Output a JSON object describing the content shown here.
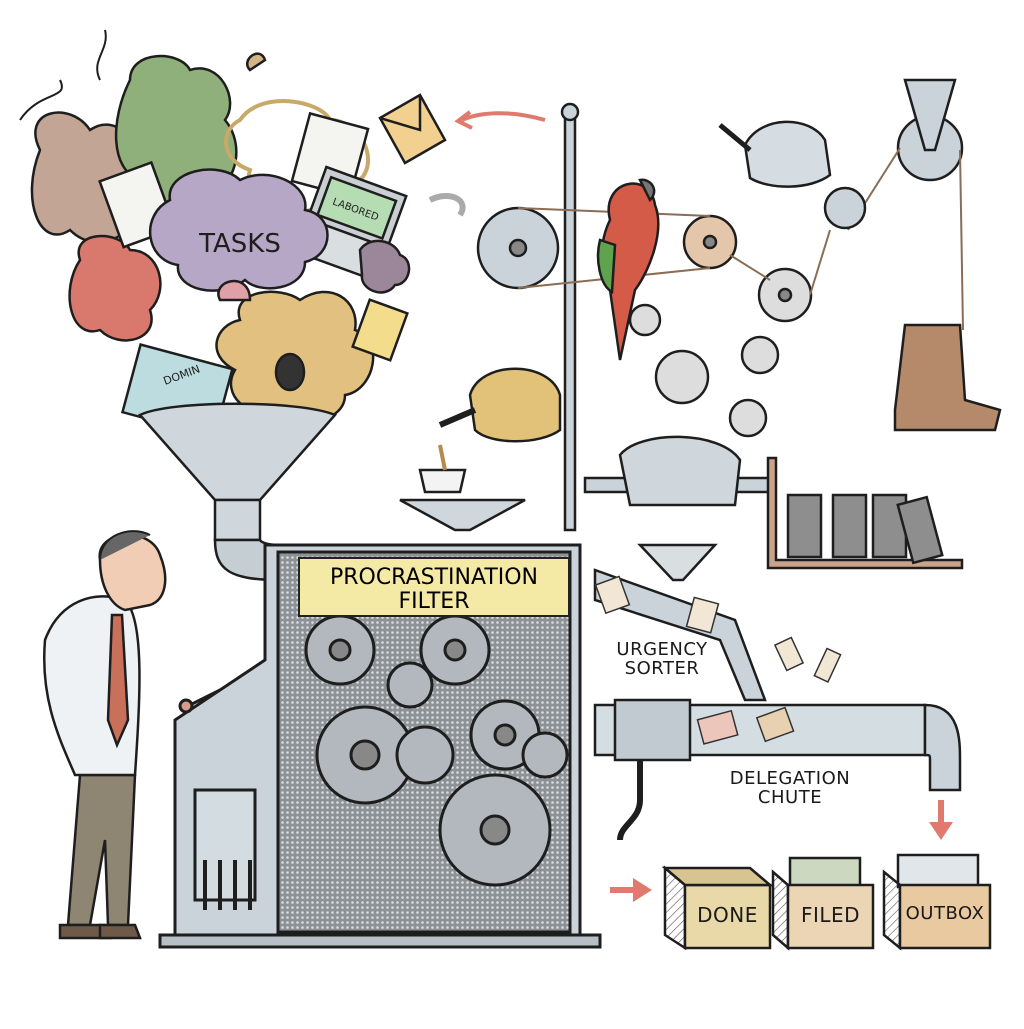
{
  "illustration": {
    "description": "Rube Goldberg-style cartoon machine processing a pile of tasks while a tired office worker watches",
    "heap": {
      "cloud_label": "TASKS",
      "laptop_screen": "LABORED",
      "notebook_text": "DOMIN"
    },
    "machine": {
      "plate_line1": "PROCRASTINATION",
      "plate_line2": "FILTER"
    },
    "sorter": {
      "line1": "URGENCY",
      "line2": "SORTER"
    },
    "chute": {
      "line1": "DELEGATION",
      "line2": "CHUTE"
    },
    "boxes": [
      {
        "label": "DONE",
        "color": "#ead9a8"
      },
      {
        "label": "FILED",
        "color": "#ecd5b4"
      },
      {
        "label": "OUTBOX",
        "color": "#e9c9a0"
      }
    ],
    "props": [
      "envelope",
      "parrot",
      "pulleys",
      "teapot",
      "kettle",
      "teacup",
      "boot",
      "dominoes",
      "funnel",
      "gears",
      "pipe"
    ],
    "colors": {
      "metal": "#c9d3d9",
      "outline": "#1e1e1e",
      "arrow": "#e07a6e",
      "plate": "#f5e9a6",
      "tie": "#c9705a",
      "trousers": "#8e8672"
    }
  }
}
